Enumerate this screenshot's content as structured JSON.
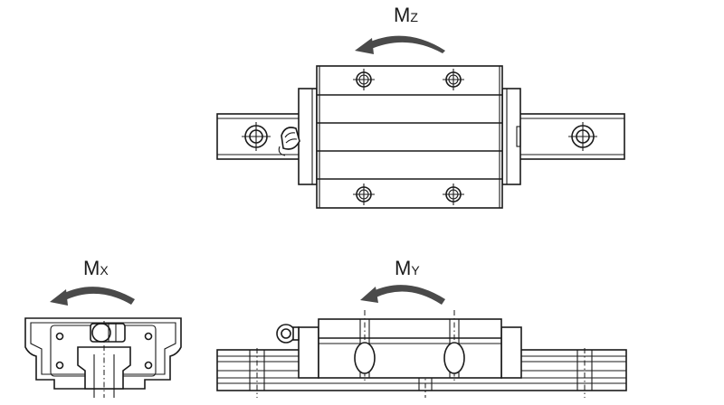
{
  "labels": {
    "mz": {
      "main": "M",
      "sub": "Z"
    },
    "mx": {
      "main": "M",
      "sub": "X"
    },
    "my": {
      "main": "M",
      "sub": "Y"
    }
  },
  "colors": {
    "line": "#1a1a1a",
    "arrow": "#4a4a4a",
    "background": "#ffffff"
  }
}
